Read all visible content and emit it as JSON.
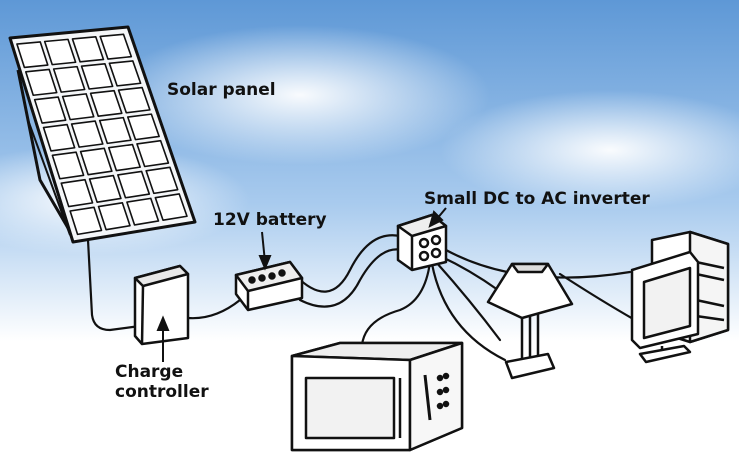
{
  "labels": {
    "solar_panel": "Solar panel",
    "battery": "12V battery",
    "inverter": "Small DC to AC inverter",
    "charge_controller_line1": "Charge",
    "charge_controller_line2": "controller"
  },
  "colors": {
    "sky_top": "#5e98d6",
    "sky_mid": "#a9cbee",
    "sky_bottom": "#ffffff",
    "stroke": "#111111"
  }
}
